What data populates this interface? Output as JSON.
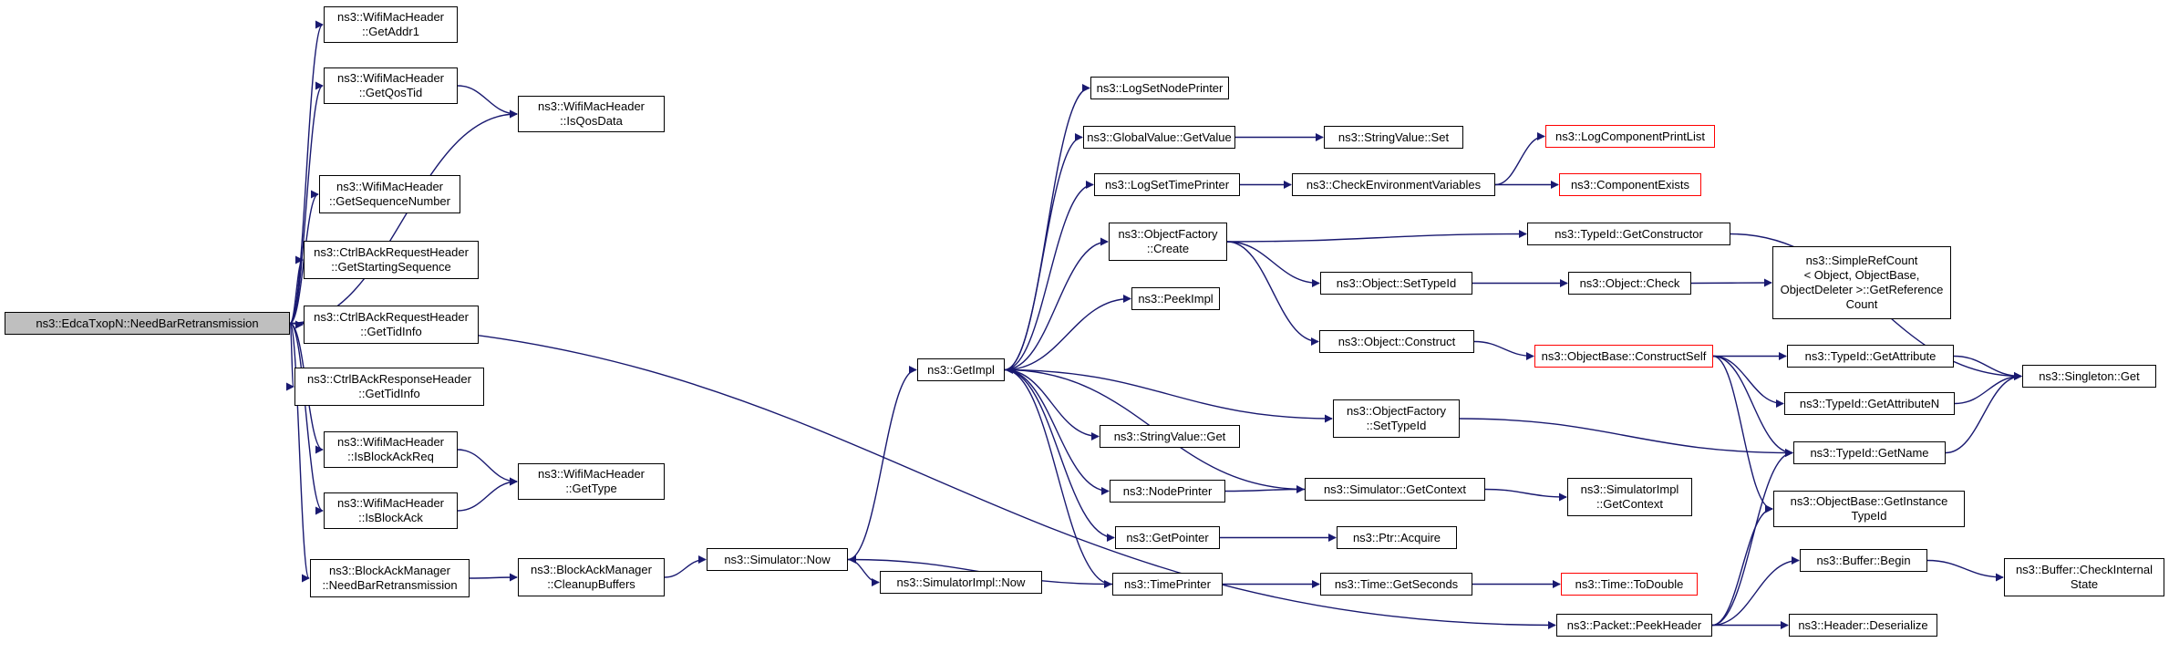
{
  "colors": {
    "edge": "#191970",
    "node_border": "#000000",
    "node_border_truncated": "#ff0000",
    "root_fill": "#bfbfbf",
    "node_fill": "#ffffff"
  },
  "nodes": [
    {
      "id": "root",
      "lines": [
        "ns3::EdcaTxopN::NeedBarRetransmission"
      ]
    },
    {
      "id": "getaddr1",
      "lines": [
        "ns3::WifiMacHeader",
        "::GetAddr1"
      ]
    },
    {
      "id": "getqostid",
      "lines": [
        "ns3::WifiMacHeader",
        "::GetQosTid"
      ]
    },
    {
      "id": "isqosdata",
      "lines": [
        "ns3::WifiMacHeader",
        "::IsQosData"
      ]
    },
    {
      "id": "getseqnum",
      "lines": [
        "ns3::WifiMacHeader",
        "::GetSequenceNumber"
      ]
    },
    {
      "id": "getstartseq",
      "lines": [
        "ns3::CtrlBAckRequestHeader",
        "::GetStartingSequence"
      ]
    },
    {
      "id": "reqtidinfo",
      "lines": [
        "ns3::CtrlBAckRequestHeader",
        "::GetTidInfo"
      ]
    },
    {
      "id": "resptidinfo",
      "lines": [
        "ns3::CtrlBAckResponseHeader",
        "::GetTidInfo"
      ]
    },
    {
      "id": "isblockackreq",
      "lines": [
        "ns3::WifiMacHeader",
        "::IsBlockAckReq"
      ]
    },
    {
      "id": "gettype",
      "lines": [
        "ns3::WifiMacHeader",
        "::GetType"
      ]
    },
    {
      "id": "isblockack",
      "lines": [
        "ns3::WifiMacHeader",
        "::IsBlockAck"
      ]
    },
    {
      "id": "bamneedbar",
      "lines": [
        "ns3::BlockAckManager",
        "::NeedBarRetransmission"
      ]
    },
    {
      "id": "bamcleanup",
      "lines": [
        "ns3::BlockAckManager",
        "::CleanupBuffers"
      ]
    },
    {
      "id": "simnow",
      "lines": [
        "ns3::Simulator::Now"
      ]
    },
    {
      "id": "simimplnow",
      "lines": [
        "ns3::SimulatorImpl::Now"
      ]
    },
    {
      "id": "getimpl",
      "lines": [
        "ns3::GetImpl"
      ]
    },
    {
      "id": "logsetnodeprinter",
      "lines": [
        "ns3::LogSetNodePrinter"
      ]
    },
    {
      "id": "gvgetvalue",
      "lines": [
        "ns3::GlobalValue::GetValue"
      ]
    },
    {
      "id": "logsettimeprinter",
      "lines": [
        "ns3::LogSetTimePrinter"
      ]
    },
    {
      "id": "ofcreate",
      "lines": [
        "ns3::ObjectFactory",
        "::Create"
      ]
    },
    {
      "id": "peekimpl",
      "lines": [
        "ns3::PeekImpl"
      ]
    },
    {
      "id": "stringvalueget",
      "lines": [
        "ns3::StringValue::Get"
      ]
    },
    {
      "id": "nodeprinter",
      "lines": [
        "ns3::NodePrinter"
      ]
    },
    {
      "id": "getpointer",
      "lines": [
        "ns3::GetPointer"
      ]
    },
    {
      "id": "timeprinter",
      "lines": [
        "ns3::TimePrinter"
      ]
    },
    {
      "id": "stringvalueset",
      "lines": [
        "ns3::StringValue::Set"
      ]
    },
    {
      "id": "checkenv",
      "lines": [
        "ns3::CheckEnvironmentVariables"
      ]
    },
    {
      "id": "objsettypeid",
      "lines": [
        "ns3::Object::SetTypeId"
      ]
    },
    {
      "id": "objconstruct",
      "lines": [
        "ns3::Object::Construct"
      ]
    },
    {
      "id": "ofsettypeid",
      "lines": [
        "ns3::ObjectFactory",
        "::SetTypeId"
      ]
    },
    {
      "id": "simgetcontext",
      "lines": [
        "ns3::Simulator::GetContext"
      ]
    },
    {
      "id": "ptracquire",
      "lines": [
        "ns3::Ptr::Acquire"
      ]
    },
    {
      "id": "timegetseconds",
      "lines": [
        "ns3::Time::GetSeconds"
      ]
    },
    {
      "id": "packetpeekheader",
      "lines": [
        "ns3::Packet::PeekHeader"
      ]
    },
    {
      "id": "logcompprintlist",
      "lines": [
        "ns3::LogComponentPrintList"
      ],
      "truncated": true
    },
    {
      "id": "componentexists",
      "lines": [
        "ns3::ComponentExists"
      ],
      "truncated": true
    },
    {
      "id": "typeidgetconstructor",
      "lines": [
        "ns3::TypeId::GetConstructor"
      ]
    },
    {
      "id": "objcheck",
      "lines": [
        "ns3::Object::Check"
      ]
    },
    {
      "id": "obconstructself",
      "lines": [
        "ns3::ObjectBase::ConstructSelf"
      ],
      "truncated": true
    },
    {
      "id": "simimplgetcontext",
      "lines": [
        "ns3::SimulatorImpl",
        "::GetContext"
      ]
    },
    {
      "id": "timetodouble",
      "lines": [
        "ns3::Time::ToDouble"
      ],
      "truncated": true
    },
    {
      "id": "simplerefcount",
      "lines": [
        "ns3::SimpleRefCount",
        "< Object, ObjectBase,",
        "ObjectDeleter >::GetReference",
        "Count"
      ]
    },
    {
      "id": "typeidgetattribute",
      "lines": [
        "ns3::TypeId::GetAttribute"
      ]
    },
    {
      "id": "typeidgetattributen",
      "lines": [
        "ns3::TypeId::GetAttributeN"
      ]
    },
    {
      "id": "typeidgetname",
      "lines": [
        "ns3::TypeId::GetName"
      ]
    },
    {
      "id": "obgetinstancetypeid",
      "lines": [
        "ns3::ObjectBase::GetInstance",
        "TypeId"
      ]
    },
    {
      "id": "bufferbegin",
      "lines": [
        "ns3::Buffer::Begin"
      ]
    },
    {
      "id": "headerdeserialize",
      "lines": [
        "ns3::Header::Deserialize"
      ]
    },
    {
      "id": "singletonget",
      "lines": [
        "ns3::Singleton::Get"
      ]
    },
    {
      "id": "buffercheckinternal",
      "lines": [
        "ns3::Buffer::CheckInternal",
        "State"
      ]
    }
  ],
  "edges": [
    [
      "root",
      "getaddr1"
    ],
    [
      "root",
      "getqostid"
    ],
    [
      "root",
      "isqosdata"
    ],
    [
      "getqostid",
      "isqosdata"
    ],
    [
      "root",
      "getseqnum"
    ],
    [
      "root",
      "getstartseq"
    ],
    [
      "root",
      "reqtidinfo"
    ],
    [
      "root",
      "resptidinfo"
    ],
    [
      "root",
      "isblockackreq"
    ],
    [
      "root",
      "isblockack"
    ],
    [
      "isblockackreq",
      "gettype"
    ],
    [
      "isblockack",
      "gettype"
    ],
    [
      "root",
      "bamneedbar"
    ],
    [
      "bamneedbar",
      "bamcleanup"
    ],
    [
      "bamcleanup",
      "simnow"
    ],
    [
      "root",
      "packetpeekheader"
    ],
    [
      "simnow",
      "simimplnow"
    ],
    [
      "simnow",
      "getimpl"
    ],
    [
      "timeprinter",
      "simnow"
    ],
    [
      "getimpl",
      "logsetnodeprinter"
    ],
    [
      "getimpl",
      "gvgetvalue"
    ],
    [
      "getimpl",
      "logsettimeprinter"
    ],
    [
      "getimpl",
      "ofcreate"
    ],
    [
      "getimpl",
      "peekimpl"
    ],
    [
      "getimpl",
      "stringvalueget"
    ],
    [
      "getimpl",
      "nodeprinter"
    ],
    [
      "getimpl",
      "getpointer"
    ],
    [
      "getimpl",
      "timeprinter"
    ],
    [
      "getimpl",
      "ofsettypeid"
    ],
    [
      "simgetcontext",
      "getimpl"
    ],
    [
      "gvgetvalue",
      "stringvalueset"
    ],
    [
      "logsettimeprinter",
      "checkenv"
    ],
    [
      "checkenv",
      "logcompprintlist"
    ],
    [
      "checkenv",
      "componentexists"
    ],
    [
      "ofcreate",
      "typeidgetconstructor"
    ],
    [
      "ofcreate",
      "objsettypeid"
    ],
    [
      "ofcreate",
      "objconstruct"
    ],
    [
      "objsettypeid",
      "objcheck"
    ],
    [
      "objcheck",
      "simplerefcount"
    ],
    [
      "objconstruct",
      "obconstructself"
    ],
    [
      "ofsettypeid",
      "typeidgetname"
    ],
    [
      "nodeprinter",
      "simgetcontext"
    ],
    [
      "simgetcontext",
      "simimplgetcontext"
    ],
    [
      "getpointer",
      "ptracquire"
    ],
    [
      "timeprinter",
      "timegetseconds"
    ],
    [
      "timegetseconds",
      "timetodouble"
    ],
    [
      "obconstructself",
      "typeidgetattribute"
    ],
    [
      "obconstructself",
      "typeidgetattributen"
    ],
    [
      "obconstructself",
      "typeidgetname"
    ],
    [
      "obconstructself",
      "obgetinstancetypeid"
    ],
    [
      "typeidgetattribute",
      "singletonget"
    ],
    [
      "typeidgetattributen",
      "singletonget"
    ],
    [
      "typeidgetname",
      "singletonget"
    ],
    [
      "typeidgetconstructor",
      "singletonget"
    ],
    [
      "packetpeekheader",
      "typeidgetname"
    ],
    [
      "packetpeekheader",
      "obgetinstancetypeid"
    ],
    [
      "packetpeekheader",
      "bufferbegin"
    ],
    [
      "packetpeekheader",
      "headerdeserialize"
    ],
    [
      "bufferbegin",
      "buffercheckinternal"
    ]
  ]
}
